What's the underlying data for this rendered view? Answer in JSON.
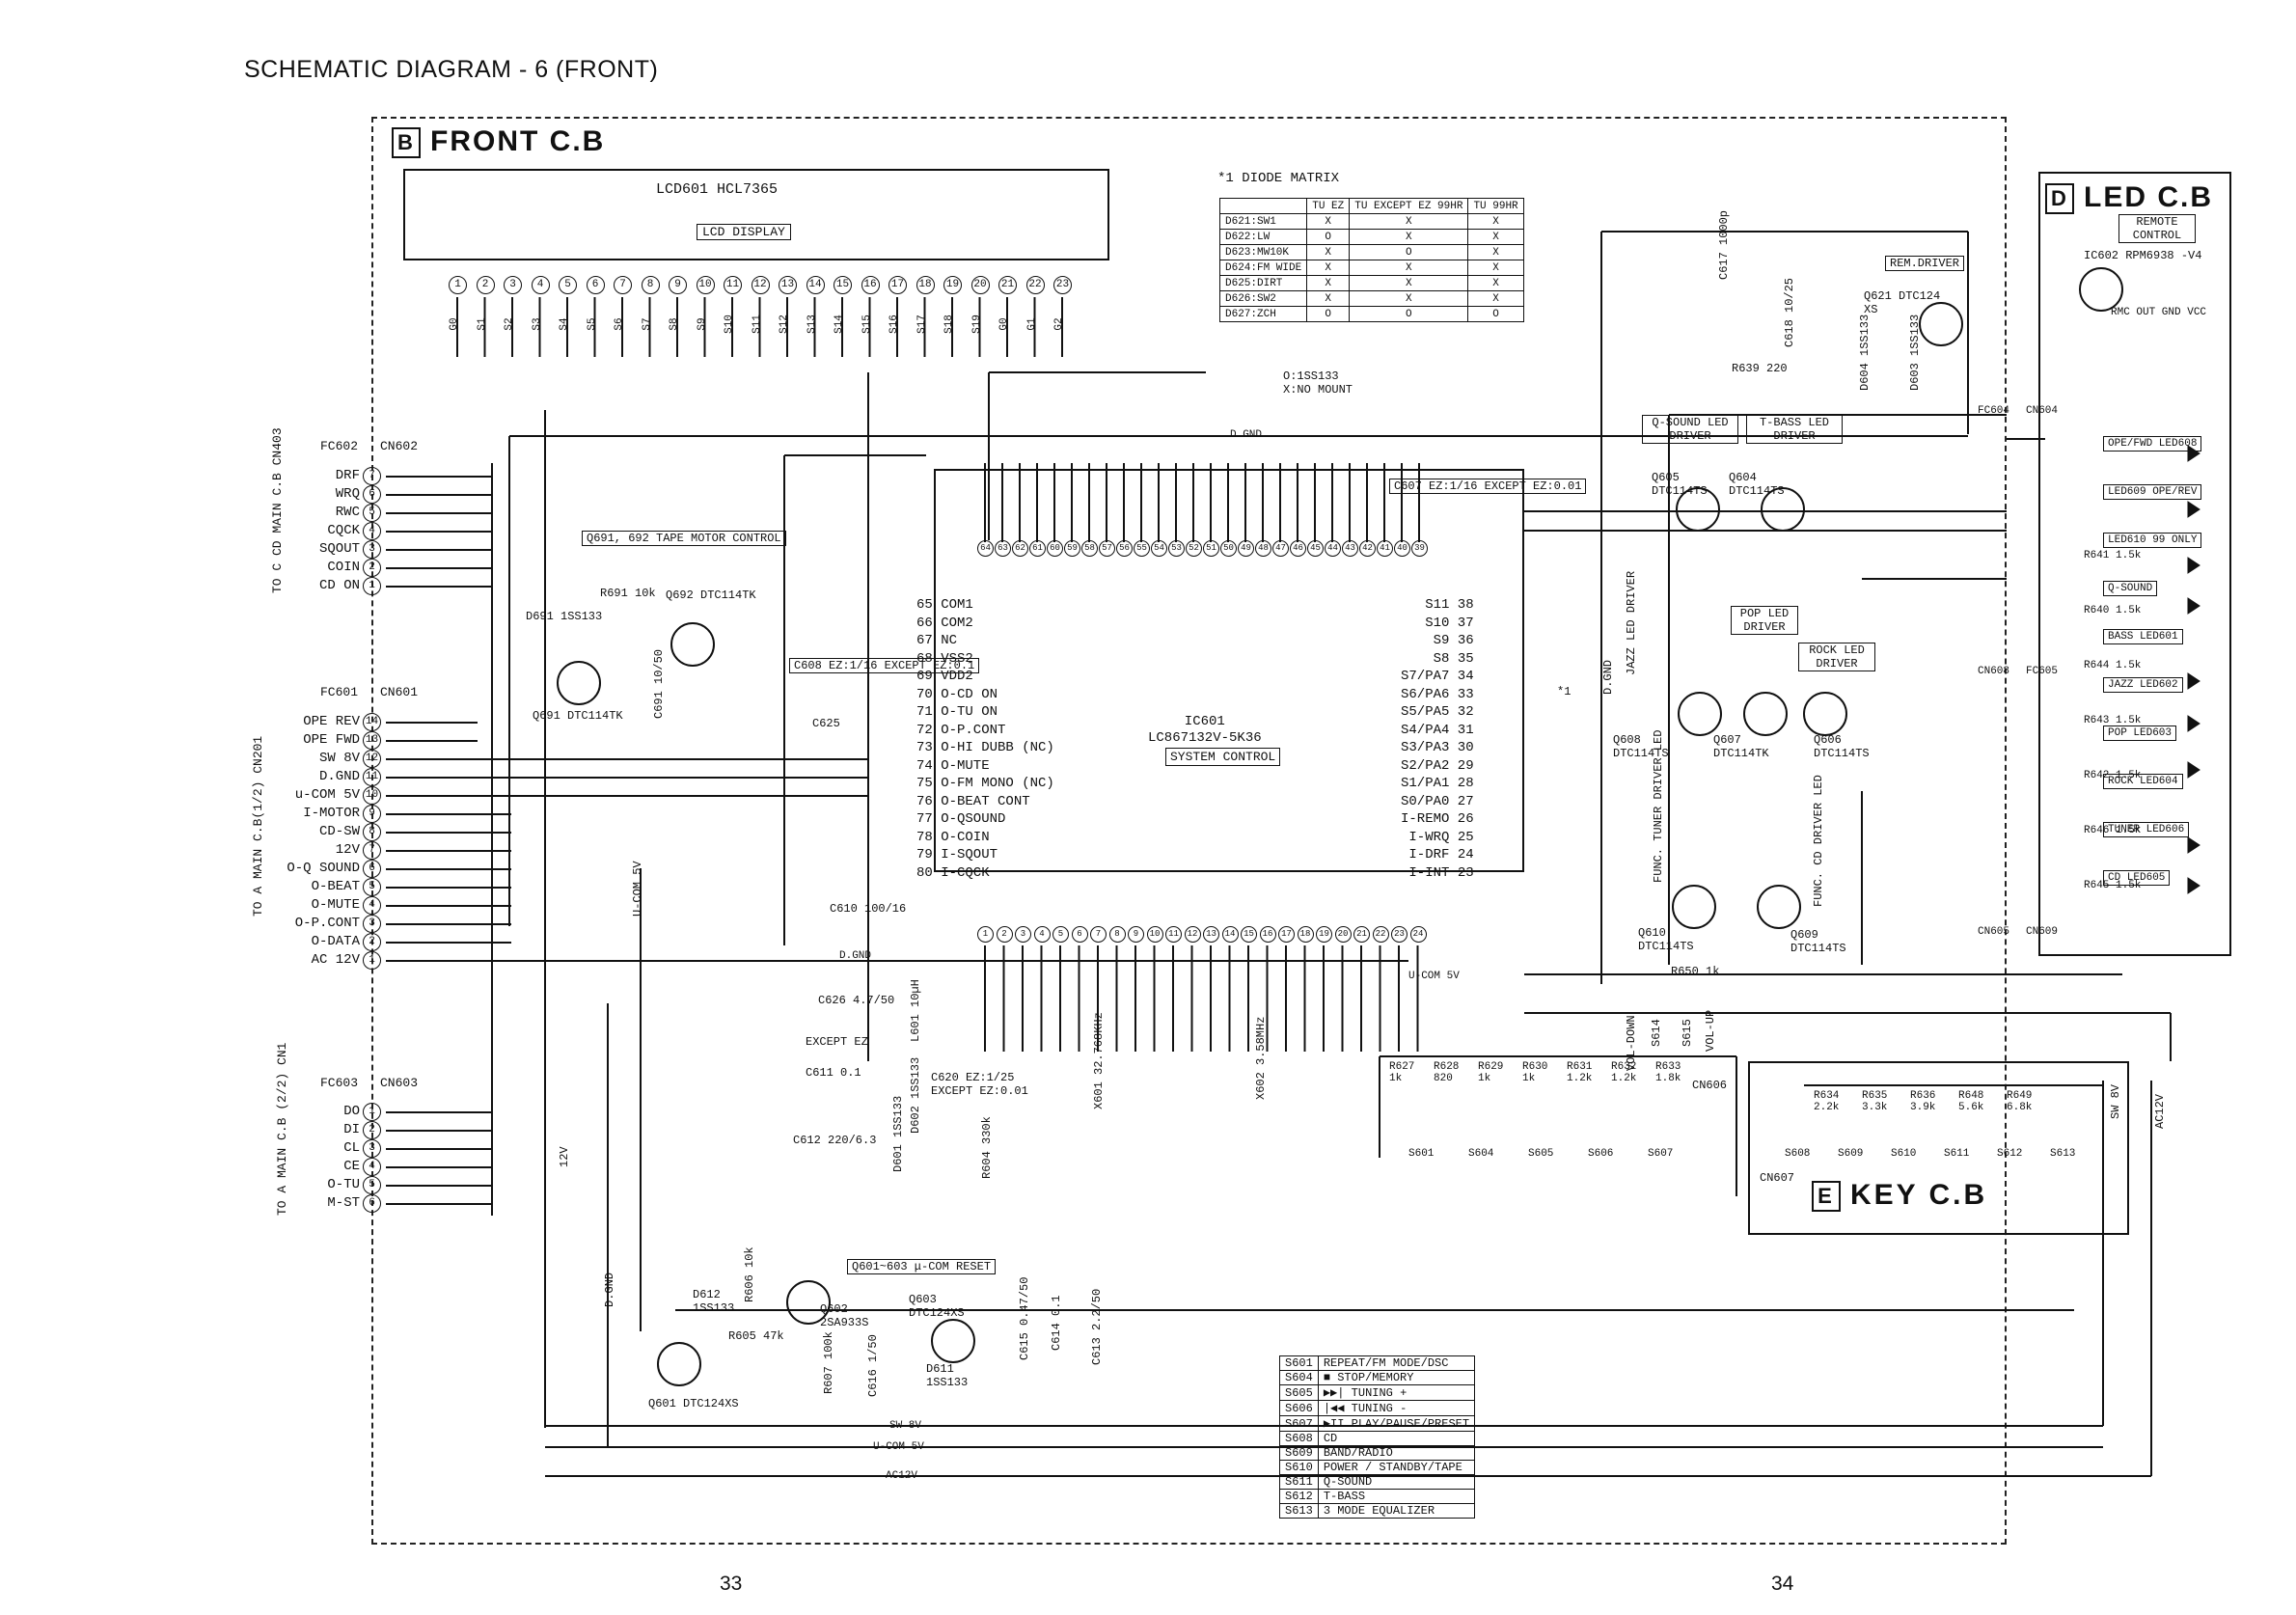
{
  "page": {
    "title": "SCHEMATIC DIAGRAM - 6 (FRONT)",
    "page_left": "33",
    "page_right": "34"
  },
  "front_board": {
    "marker": "B",
    "label": "FRONT C.B"
  },
  "led_board": {
    "marker": "D",
    "label": "LED C.B"
  },
  "key_board": {
    "marker": "E",
    "label": "KEY C.B"
  },
  "lcd": {
    "part": "LCD601 HCL7365",
    "name": "LCD DISPLAY",
    "pins": [
      "1",
      "2",
      "3",
      "4",
      "5",
      "6",
      "7",
      "8",
      "9",
      "10",
      "11",
      "12",
      "13",
      "14",
      "15",
      "16",
      "17",
      "18",
      "19",
      "20",
      "21",
      "22",
      "23"
    ],
    "segments": [
      "G0",
      "S1",
      "S2",
      "S3",
      "S4",
      "S5",
      "S6",
      "S7",
      "S8",
      "S9",
      "S10",
      "S11",
      "S12",
      "S13",
      "S14",
      "S15",
      "S16",
      "S17",
      "S18",
      "S19",
      "G0",
      "G1",
      "G2"
    ]
  },
  "ic601": {
    "part": "IC601",
    "model": "LC867132V-5K36",
    "name": "SYSTEM CONTROL",
    "left_pins": [
      "65 COM1",
      "66 COM2",
      "67 NC",
      "68 VSS2",
      "69 VDD2",
      "70 O-CD ON",
      "71 O-TU ON",
      "72 O-P.CONT",
      "73 O-HI DUBB (NC)",
      "74 O-MUTE",
      "75 O-FM MONO (NC)",
      "76 O-BEAT CONT",
      "77 O-QSOUND",
      "78 O-COIN",
      "79 I-SQOUT",
      "80 I-CQCK"
    ],
    "right_pins": [
      "S11 38",
      "S10 37",
      "S9 36",
      "S8 35",
      "S7/PA7 34",
      "S6/PA6 33",
      "S5/PA5 32",
      "S4/PA4 31",
      "S3/PA3 30",
      "S2/PA2 29",
      "S1/PA1 28",
      "S0/PA0 27",
      "I-REMO 26",
      "I-WRQ 25",
      "I-DRF 24",
      "I-INT 23"
    ],
    "top_pins": [
      "64",
      "63",
      "62",
      "61",
      "60",
      "59",
      "58",
      "57",
      "56",
      "55",
      "54",
      "53",
      "52",
      "51",
      "50",
      "49",
      "48",
      "47",
      "46",
      "45",
      "44",
      "43",
      "42",
      "41",
      "40",
      "39"
    ],
    "bottom_pins": [
      "1",
      "2",
      "3",
      "4",
      "5",
      "6",
      "7",
      "8",
      "9",
      "10",
      "11",
      "12",
      "13",
      "14",
      "15",
      "16",
      "17",
      "18",
      "19",
      "20",
      "21",
      "22",
      "23",
      "24"
    ]
  },
  "diode_matrix": {
    "title": "*1 DIODE MATRIX",
    "headers": [
      "",
      "TU EZ",
      "TU EXCEPT EZ 99HR",
      "TU 99HR"
    ],
    "rows": [
      [
        "D621:SW1",
        "X",
        "X",
        "X"
      ],
      [
        "D622:LW",
        "O",
        "X",
        "X"
      ],
      [
        "D623:MW10K",
        "X",
        "O",
        "X"
      ],
      [
        "D624:FM WIDE",
        "X",
        "X",
        "X"
      ],
      [
        "D625:DIRT",
        "X",
        "X",
        "X"
      ],
      [
        "D626:SW2",
        "X",
        "X",
        "X"
      ],
      [
        "D627:ZCH",
        "O",
        "O",
        "O"
      ]
    ],
    "note1": "O:1SS133",
    "note2": "X:NO MOUNT"
  },
  "connectors": {
    "cn602": {
      "title": "CN602",
      "fc": "FC602",
      "pins": [
        "DRF",
        "WRQ",
        "RWC",
        "CQCK",
        "SQOUT",
        "COIN",
        "CD ON"
      ],
      "numbers": [
        "7",
        "6",
        "5",
        "4",
        "3",
        "2",
        "1"
      ],
      "side": "TO C CD MAIN C.B CN403"
    },
    "cn601": {
      "title": "CN601",
      "fc": "FC601",
      "pins": [
        "OPE REV",
        "OPE FWD",
        "SW 8V",
        "D.GND",
        "u-COM 5V",
        "I-MOTOR",
        "CD-SW",
        "12V",
        "O-Q SOUND",
        "O-BEAT",
        "O-MUTE",
        "O-P.CONT",
        "O-DATA",
        "AC 12V"
      ],
      "numbers": [
        "14",
        "13",
        "12",
        "11",
        "10",
        "9",
        "8",
        "7",
        "6",
        "5",
        "4",
        "3",
        "2",
        "1"
      ],
      "side": "TO A MAIN C.B(1/2) CN201"
    },
    "cn603": {
      "title": "CN603",
      "fc": "FC603",
      "pins": [
        "DO",
        "DI",
        "CL",
        "CE",
        "O-TU",
        "M-ST"
      ],
      "numbers": [
        "1",
        "2",
        "3",
        "4",
        "5",
        "6"
      ],
      "side": "TO A MAIN C.B (2/2) CN1"
    }
  },
  "led_panel": {
    "remote_label": "REMOTE CONTROL",
    "ic602": "IC602 RPM6938 -V4",
    "ic602_pins": "RMC OUT GND VCC",
    "leds": [
      "OPE/FWD LED608",
      "LED609 OPE/REV",
      "LED610 99 ONLY",
      "Q-SOUND",
      "BASS LED601",
      "JAZZ LED602",
      "POP LED603",
      "ROCK LED604",
      "TUNER LED606",
      "CD LED605"
    ],
    "resistors": [
      "R641 1.5k",
      "R640 1.5k",
      "R644 1.5k",
      "R643 1.5k",
      "R642 1.5k",
      "R646 1.5k",
      "R645 1.5k"
    ],
    "connectors": [
      "FC604",
      "CN604",
      "CN608",
      "FC605",
      "CN605",
      "CN609"
    ]
  },
  "switch_table": {
    "rows": [
      [
        "S601",
        "REPEAT/FM MODE/DSC"
      ],
      [
        "S604",
        "■ STOP/MEMORY"
      ],
      [
        "S605",
        "▶▶| TUNING +"
      ],
      [
        "S606",
        "|◀◀ TUNING -"
      ],
      [
        "S607",
        "▶II PLAY/PAUSE/PRESET"
      ],
      [
        "S608",
        "CD"
      ],
      [
        "S609",
        "BAND/RADIO"
      ],
      [
        "S610",
        "POWER / STANDBY/TAPE"
      ],
      [
        "S611",
        "Q-SOUND"
      ],
      [
        "S612",
        "T-BASS"
      ],
      [
        "S613",
        "3 MODE EQUALIZER"
      ]
    ]
  },
  "labels": {
    "motor_ctl": "Q691, 692 TAPE MOTOR CONTROL",
    "q691": "Q691 DTC114TK",
    "q692": "Q692 DTC114TK",
    "d691": "D691 1SS133",
    "r691": "R691 10k",
    "c691": "C691 10/50",
    "rem_driver": "REM.DRIVER",
    "q621": "Q621 DTC124 XS",
    "r639": "R639 220",
    "c617": "C617 1000p",
    "c618": "C618 10/25",
    "d604": "D604 1SS133",
    "d603": "D603 1SS133",
    "qsound_drv": "Q-SOUND LED DRIVER",
    "tbass_drv": "T-BASS LED DRIVER",
    "q605": "Q605 DTC114TS",
    "q604": "Q604 DTC114TS",
    "jazz_drv": "JAZZ LED DRIVER",
    "pop_drv": "POP LED DRIVER",
    "rock_drv": "ROCK LED DRIVER",
    "q608": "Q608 DTC114TS",
    "q607": "Q607 DTC114TK",
    "q606": "Q606 DTC114TS",
    "tuner_drv": "FUNC. TUNER DRIVER LED",
    "cd_drv": "FUNC. CD DRIVER LED",
    "q610": "Q610 DTC114TS",
    "q609": "Q609 DTC114TS",
    "r650": "R650 1k",
    "vol_down": "VOL-DOWN",
    "vol_up": "VOL-UP",
    "s614": "S614",
    "s615": "S615",
    "ucom_reset": "Q601~603 μ-COM RESET",
    "q601": "Q601 DTC124XS",
    "q602": "Q602 2SA933S",
    "q603": "Q603 DTC124XS",
    "d612": "D612 1SS133",
    "d611": "D611 1SS133",
    "r606": "R606 10k",
    "r605": "R605 47k",
    "r607": "R607 100k",
    "c616": "C616 1/50",
    "c615": "C615 0.47/50",
    "c614": "C614 0.1",
    "c613": "C613 2.2/50",
    "c610": "C610 100/16",
    "c626": "C626 4.7/50",
    "except_ez": "EXCEPT EZ",
    "l601": "L601 10µH",
    "c611": "C611 0.1",
    "c612": "C612 220/6.3",
    "d601": "D601 1SS133",
    "d602": "D602 1SS133",
    "r604": "R604 330k",
    "c620": "C620 EZ:1/25 EXCEPT EZ:0.01",
    "x601": "X601 32.768KHz",
    "x602": "X602 3.58MHz",
    "c608": "C608 EZ:1/16 EXCEPT EZ:0.1",
    "c607": "C607 EZ:1/16 EXCEPT EZ:0.01",
    "c625": "C625",
    "dgnd": "D.GND",
    "ucom5v": "U-COM 5V",
    "sw8v": "SW 8V",
    "ac12v": "AC12V",
    "v12": "12V",
    "key_res": [
      "R627 1k",
      "R628 820",
      "R629 1k",
      "R630 1k",
      "R631 1.2k",
      "R632 1.2k",
      "R633 1.8k"
    ],
    "key_res2": [
      "R634 2.2k",
      "R635 3.3k",
      "R636 3.9k",
      "R648 5.6k",
      "R649 6.8k"
    ],
    "key_sw": [
      "S601",
      "S604",
      "S605",
      "S606",
      "S607"
    ],
    "key_sw2": [
      "S608",
      "S609",
      "S610",
      "S611",
      "S612",
      "S613"
    ],
    "cn606": "CN606",
    "cn607": "CN607",
    "diode_mark": "*1"
  }
}
